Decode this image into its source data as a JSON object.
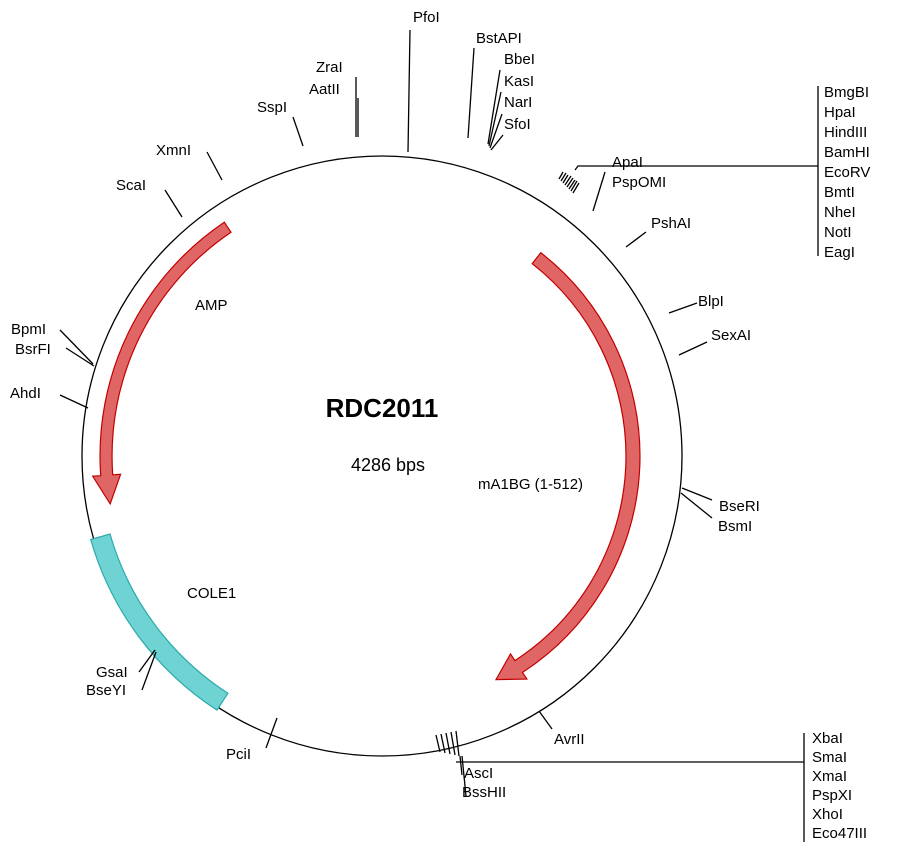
{
  "plasmid": {
    "name": "RDC2011",
    "size": "4286 bps"
  },
  "features": [
    {
      "id": "amp",
      "label": "AMP",
      "color": "#e06666",
      "stroke": "#c00000",
      "direction": "reverse"
    },
    {
      "id": "a1bg",
      "label": "mA1BG (1-512)",
      "color": "#e06666",
      "stroke": "#c00000",
      "direction": "forward"
    },
    {
      "id": "cole1",
      "label": "COLE1",
      "color": "#6fd3d3",
      "stroke": "#2aa9a9",
      "direction": "none"
    }
  ],
  "sites": {
    "pfoi": "PfoI",
    "bstapi": "BstAPI",
    "bbei": "BbeI",
    "kasi": "KasI",
    "nari": "NarI",
    "sfoi": "SfoI",
    "zrai": "ZraI",
    "aatii": "AatII",
    "sspi": "SspI",
    "xmni": "XmnI",
    "scai": "ScaI",
    "bpmi": "BpmI",
    "bsrfi": "BsrFI",
    "ahdi": "AhdI",
    "gsai": "GsaI",
    "bseyi": "BseYI",
    "pcii": "PciI",
    "apai": "ApaI",
    "pspomi": "PspOMI",
    "pshai": "PshAI",
    "blpi": "BlpI",
    "sexai": "SexAI",
    "beri": "BseRI",
    "bsmi": "BsmI",
    "avrii": "AvrII",
    "asci": "AscI",
    "bsshii": "BssHII"
  },
  "mcs_top": [
    "BmgBI",
    "HpaI",
    "HindIII",
    "BamHI",
    "EcoRV",
    "BmtI",
    "NheI",
    "NotI",
    "EagI"
  ],
  "mcs_bottom": [
    "XbaI",
    "SmaI",
    "XmaI",
    "PspXI",
    "XhoI",
    "Eco47III"
  ]
}
